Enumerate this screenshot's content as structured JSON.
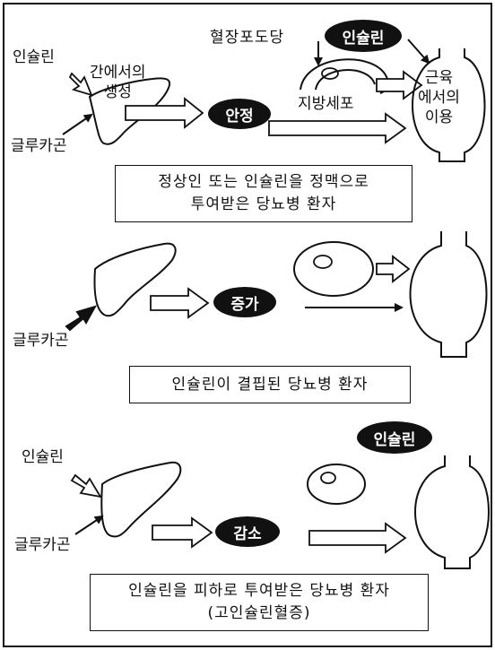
{
  "diagram": {
    "panel1": {
      "blood_glucose": "혈장포도당",
      "insulin_left": "인슐린",
      "liver_production": [
        "간에서의",
        "생성"
      ],
      "glucagon": "글루카곤",
      "stable": "안정",
      "insulin_oval": "인슐린",
      "fat_cell": "지방세포",
      "muscle_use": [
        "근육",
        "에서의",
        "이용"
      ],
      "caption": [
        "정상인 또는 인슐린을 정맥으로",
        "투여받은 당뇨병 환자"
      ]
    },
    "panel2": {
      "glucagon": "글루카곤",
      "increase": "증가",
      "caption": [
        "인슐린이 결핍된 당뇨병 환자"
      ]
    },
    "panel3": {
      "insulin_oval": "인슐린",
      "insulin_left": "인슐린",
      "glucagon": "글루카곤",
      "decrease": "감소",
      "caption": [
        "인슐린을 피하로 투여받은 당뇨병 환자",
        "(고인슐린혈증)"
      ]
    }
  }
}
